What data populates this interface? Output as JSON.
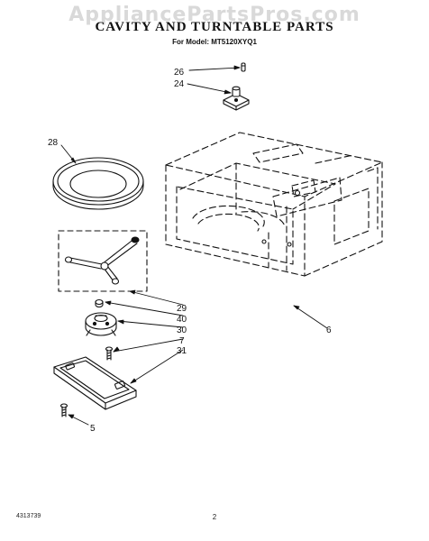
{
  "watermark": "AppliancePartsPros.com",
  "title": "CAVITY AND TURNTABLE PARTS",
  "subtitle": "For Model: MT5120XYQ1",
  "callouts": {
    "c26": "26",
    "c24": "24",
    "c28": "28",
    "c29": "29",
    "c40": "40",
    "c30": "30",
    "c7": "7",
    "c31": "31",
    "c5": "5",
    "c6": "6"
  },
  "footer": {
    "doc_number": "4313739",
    "page_number": "2"
  }
}
